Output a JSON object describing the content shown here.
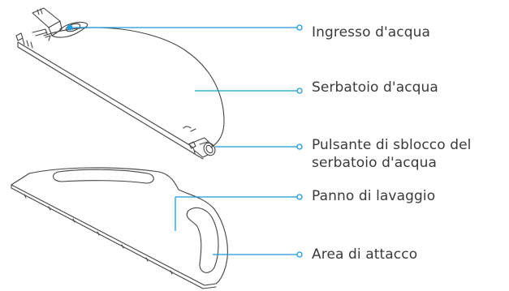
{
  "colors": {
    "outline": "#444444",
    "leader": "#1b9bd8",
    "text": "#3a3a3a",
    "background": "#ffffff"
  },
  "callouts": {
    "water_inlet": "Ingresso d'acqua",
    "water_tank": "Serbatoio d'acqua",
    "release_button_line1": "Pulsante di sblocco del",
    "release_button_line2": "serbatoio d'acqua",
    "mop_cloth": "Panno di lavaggio",
    "attachment_area": "Area di attacco"
  }
}
